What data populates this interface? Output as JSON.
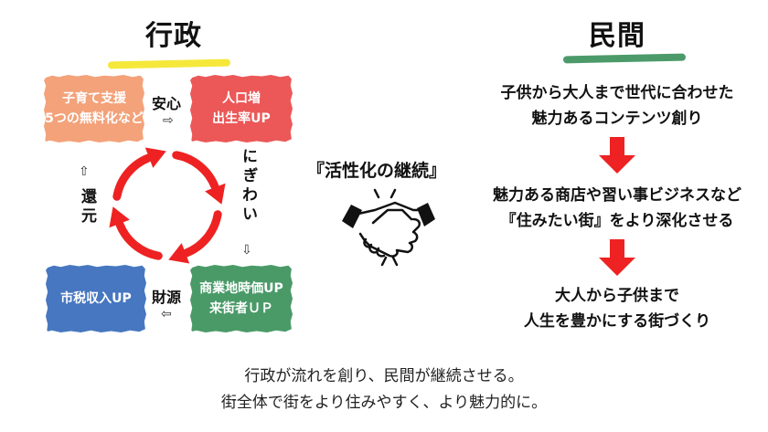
{
  "left": {
    "title": "行政",
    "underline_color": "#f5e83a",
    "boxes": [
      {
        "id": "childcare",
        "lines": [
          "子育て支援",
          "5つの無料化など"
        ],
        "color": "#f3a27a"
      },
      {
        "id": "population",
        "lines": [
          "人口増",
          "出生率UP"
        ],
        "color": "#ec5757"
      },
      {
        "id": "commerce",
        "lines": [
          "商業地時価UP",
          "来街者ＵＰ"
        ],
        "color": "#4a9a68"
      },
      {
        "id": "tax",
        "lines": [
          "市税収入UP"
        ],
        "color": "#4677c0"
      }
    ],
    "labels": {
      "anshin": "安心",
      "anshin_arrow": "⇨",
      "nigiwai": "にぎわい",
      "nigiwai_arrow": "⇩",
      "zaigen": "財源",
      "zaigen_arrow": "⇦",
      "kangen": "還元",
      "kangen_arrow": "⇧"
    },
    "cycle_color": "#ee2222"
  },
  "center": {
    "title": "『活性化の継続』",
    "icon": "handshake-icon"
  },
  "right": {
    "title": "民間",
    "underline_color": "#4c9a6a",
    "steps": [
      {
        "lines": [
          "子供から大人まで世代に合わせた",
          "魅力あるコンテンツ創り"
        ]
      },
      {
        "lines": [
          "魅力ある商店や習い事ビジネスなど",
          "『住みたい街』をより深化させる"
        ]
      },
      {
        "lines": [
          "大人から子供まで",
          "人生を豊かにする街づくり"
        ]
      }
    ],
    "arrow_color": "#ee2222"
  },
  "footer": {
    "lines": [
      "行政が流れを創り、民間が継続させる。",
      "街全体で街をより住みやすく、より魅力的に。"
    ]
  }
}
